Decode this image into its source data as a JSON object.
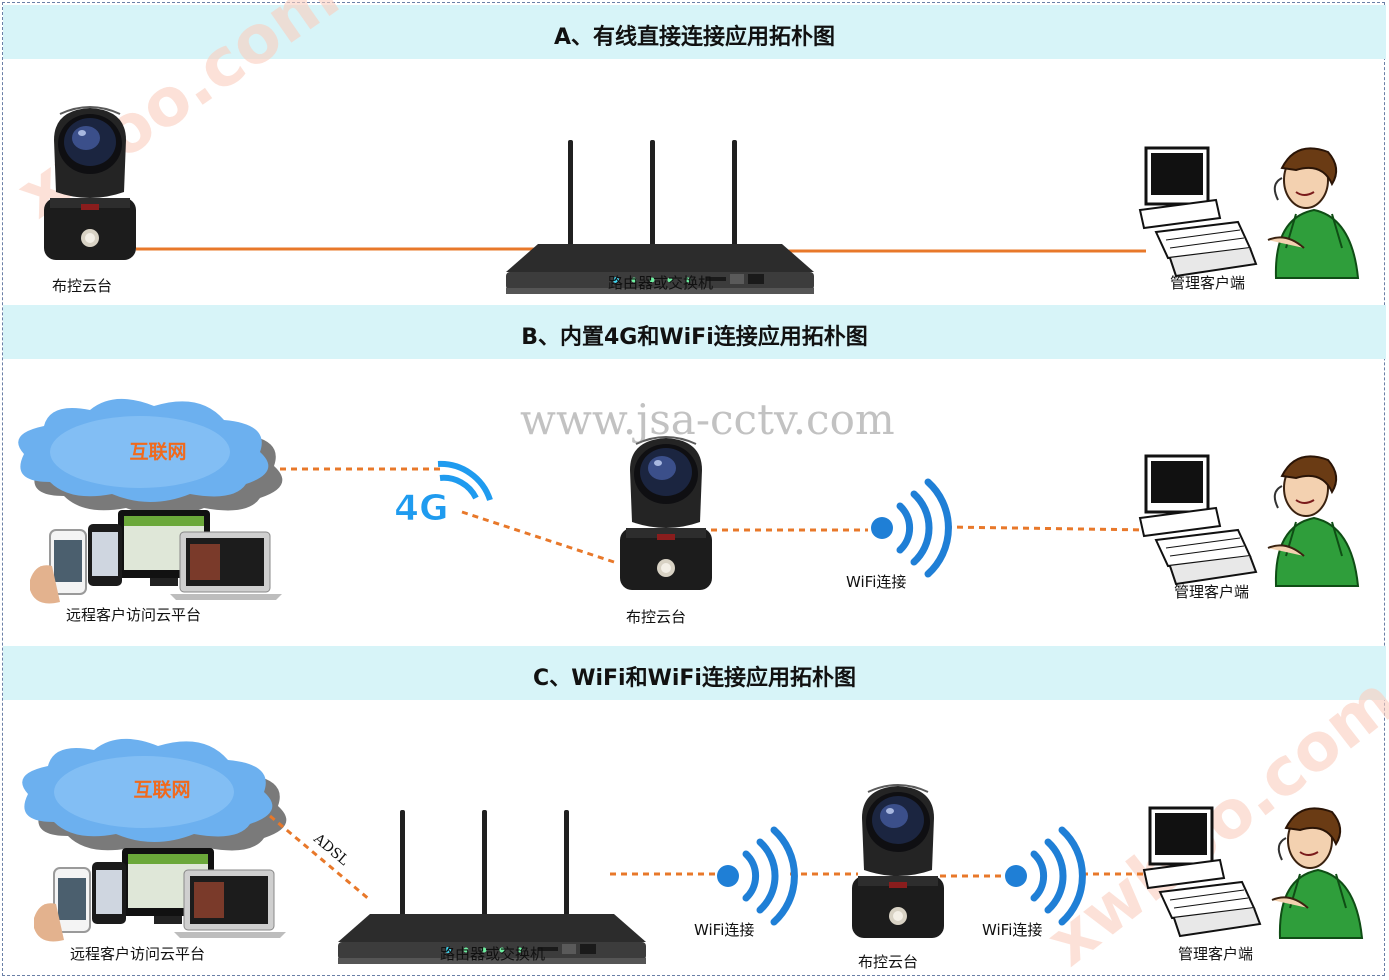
{
  "panels": {
    "a": {
      "title": "A、有线直接连接应用拓朴图",
      "labels": {
        "camera": "布控云台",
        "router": "路由器或交换机",
        "client": "管理客户端"
      }
    },
    "b": {
      "title": "B、内置4G和WiFi连接应用拓朴图",
      "labels": {
        "cloud": "互联网",
        "signal": "4G",
        "devices": "远程客户访问云平台",
        "camera": "布控云台",
        "wifi": "WiFi连接",
        "client": "管理客户端"
      }
    },
    "c": {
      "title": "C、WiFi和WiFi连接应用拓朴图",
      "labels": {
        "cloud": "互联网",
        "link": "ADSL",
        "devices": "远程客户访问云平台",
        "router": "路由器或交换机",
        "wifi_left": "WiFi连接",
        "camera": "布控云台",
        "wifi_right": "WiFi连接",
        "client": "管理客户端"
      }
    }
  },
  "watermarks": {
    "top_left": "xwoo.com",
    "center": "www.jsa-cctv.com",
    "bottom_right": "xwboo.com"
  },
  "colors": {
    "banner": "#d7f4f8",
    "link": "#e8782a",
    "wifi": "#1f7fd6",
    "cloud": "#67a9ea",
    "cloud_text": "#f06a1d"
  }
}
